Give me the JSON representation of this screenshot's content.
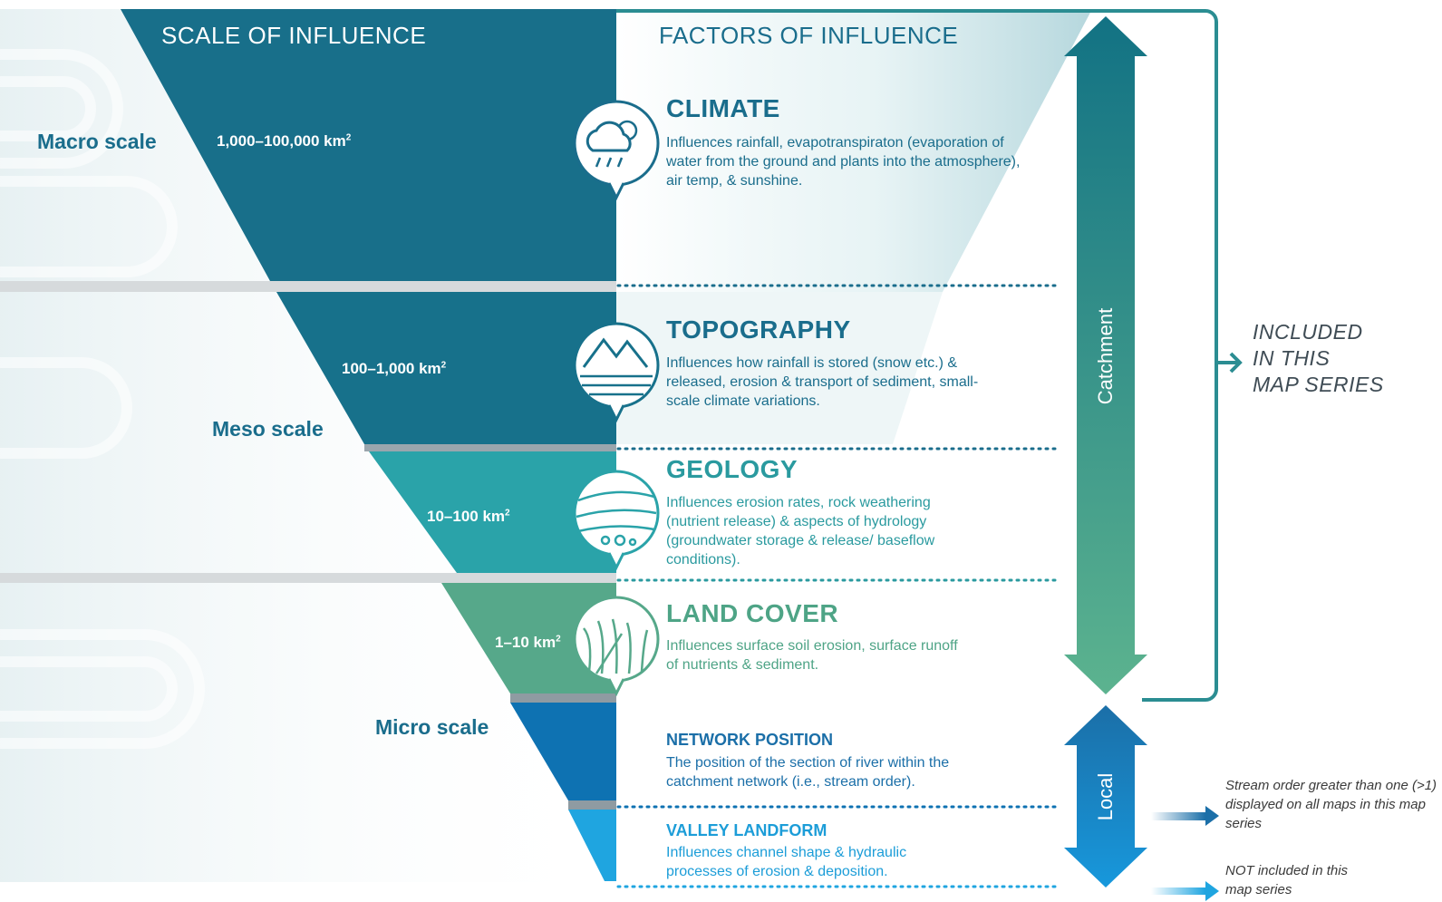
{
  "headers": {
    "scale": "SCALE OF INFLUENCE",
    "factors": "FACTORS OF INFLUENCE"
  },
  "scales": {
    "macro": "Macro scale",
    "meso": "Meso scale",
    "micro": "Micro scale"
  },
  "areas": [
    {
      "value": "1,000–100,000 km",
      "sup": "2"
    },
    {
      "value": "100–1,000 km",
      "sup": "2"
    },
    {
      "value": "10–100 km",
      "sup": "2"
    },
    {
      "value": "1–10 km",
      "sup": "2"
    }
  ],
  "factors": [
    {
      "title": "CLIMATE",
      "icon": "cloud-sun-rain-icon",
      "description": "Influences rainfall, evapotranspiraton (evaporation of water from the ground and plants into the atmosphere), air temp, & sunshine."
    },
    {
      "title": "TOPOGRAPHY",
      "icon": "mountain-water-icon",
      "description": "Influences how rainfall is stored (snow etc.) & released, erosion & transport of sediment, small-scale climate variations."
    },
    {
      "title": "GEOLOGY",
      "icon": "rock-strata-icon",
      "description": "Influences erosion rates, rock weathering (nutrient release) & aspects of hydrology (groundwater storage & release/ baseflow conditions)."
    },
    {
      "title": "LAND COVER",
      "icon": "grass-icon",
      "description": "Influences surface soil erosion, surface runoff of nutrients & sediment."
    }
  ],
  "local_factors": [
    {
      "title": "NETWORK POSITION",
      "description": "The position of the section of river within the catchment network (i.e., stream order)."
    },
    {
      "title": "VALLEY LANDFORM",
      "description": "Influences channel shape & hydraulic processes of erosion & deposition."
    }
  ],
  "arrows": {
    "catchment": "Catchment",
    "local": "Local"
  },
  "included_label": [
    "INCLUDED",
    "IN THIS",
    "MAP SERIES"
  ],
  "notes": [
    "Stream order greater than one (>1) displayed on all maps in this map series",
    "NOT included in this map series"
  ],
  "colors": {
    "macro": "#186f8a",
    "meso_top": "#17718b",
    "meso_geo": "#2aa3a9",
    "land_cover": "#56a88a",
    "network": "#0e72b2",
    "valley": "#1fa5e0",
    "text_teal": "#1a6d8c",
    "text_geo": "#2a9a9f",
    "text_land": "#4ea486",
    "text_valley": "#1c9dd8"
  }
}
